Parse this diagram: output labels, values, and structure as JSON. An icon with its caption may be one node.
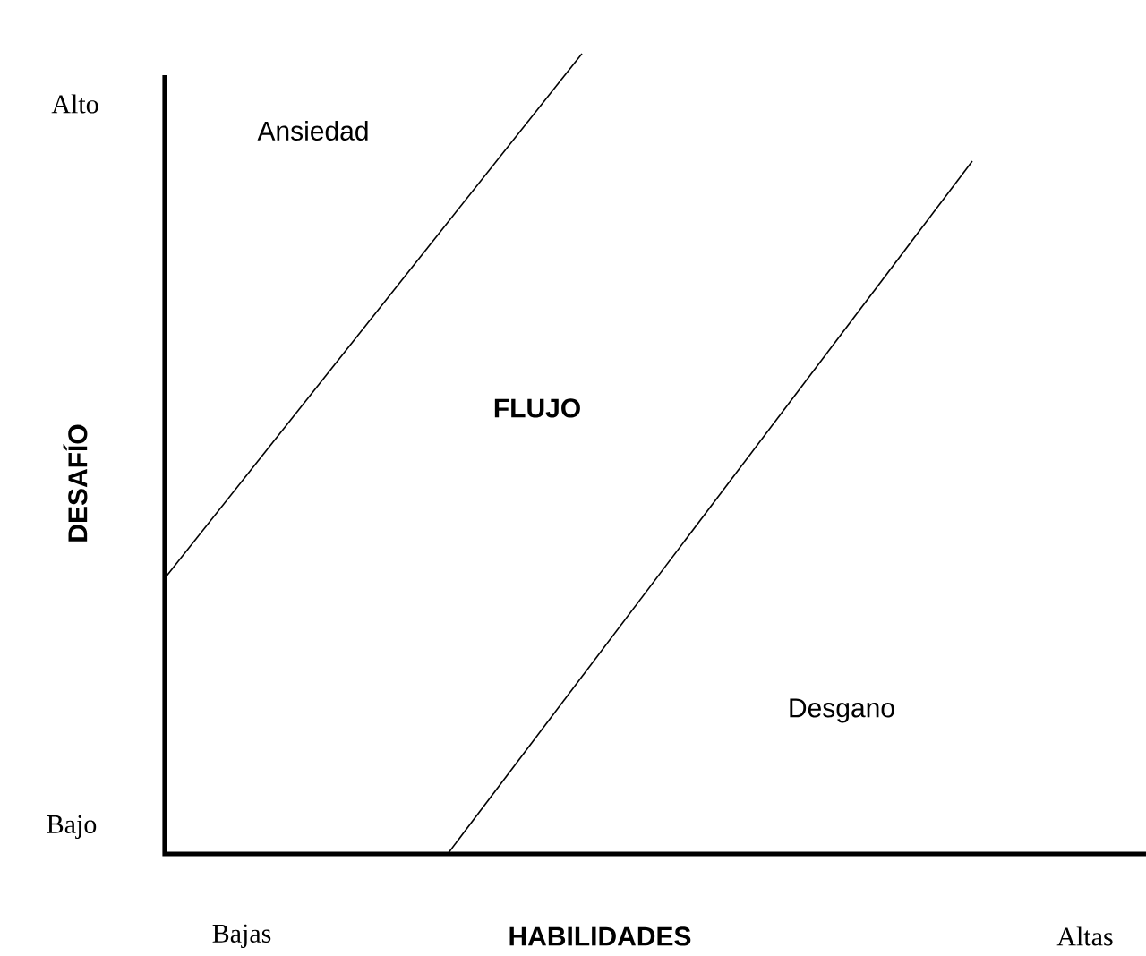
{
  "diagram": {
    "labels": [
      "Alto",
      "Ansiedad",
      "FLUJO",
      "DESAFÍO",
      "Desgano",
      "Bajo",
      "Bajas",
      "HABILIDADES",
      "Altas"
    ]
  }
}
